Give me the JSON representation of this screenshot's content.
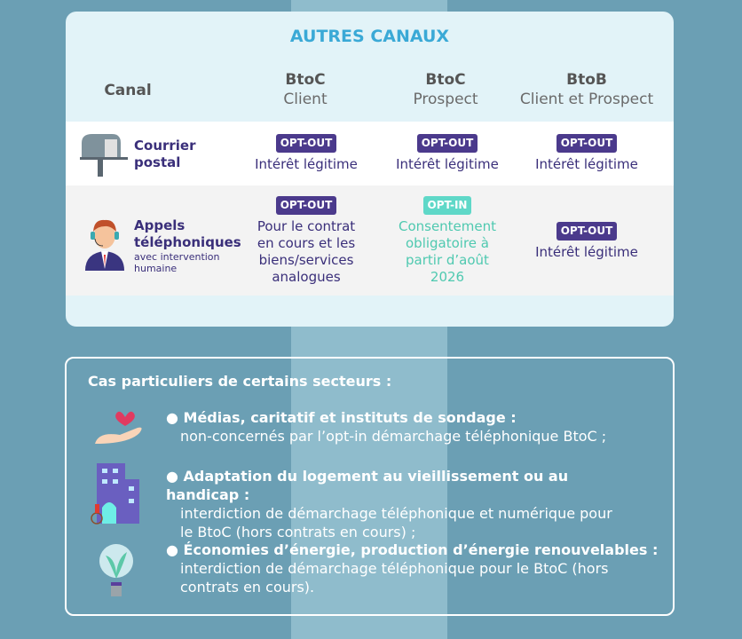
{
  "card": {
    "title": "AUTRES CANAUX",
    "headers": {
      "canal": "Canal",
      "c1_a": "BtoC",
      "c1_b": "Client",
      "c2_a": "BtoC",
      "c2_b": "Prospect",
      "c3_a": "BtoB",
      "c3_b": "Client et Prospect"
    },
    "rows": [
      {
        "icon": "mailbox-icon",
        "name": "Courrier",
        "name2": "postal",
        "cells": [
          {
            "badge": "OPT-OUT",
            "text": "Intérêt légitime"
          },
          {
            "badge": "OPT-OUT",
            "text": "Intérêt légitime"
          },
          {
            "badge": "OPT-OUT",
            "text": "Intérêt légitime"
          }
        ]
      },
      {
        "icon": "call-agent-icon",
        "name": "Appels",
        "name2": "téléphoniques",
        "sub": "avec intervention humaine",
        "cells": [
          {
            "badge": "OPT-OUT",
            "text": "Pour le contrat en cours et les biens/services analogues"
          },
          {
            "badge": "OPT-IN",
            "text": "Consentement obligatoire à partir d’août 2026"
          },
          {
            "badge": "OPT-OUT",
            "text": "Intérêt légitime"
          }
        ]
      }
    ]
  },
  "sectors": {
    "title": "Cas particuliers de certains secteurs :",
    "items": [
      {
        "title": "● Médias, caritatif et instituts de sondage :",
        "text": "non-concernés par l’opt-in démarchage téléphonique BtoC ;"
      },
      {
        "title": "● Adaptation du logement au vieillissement ou au handicap :",
        "text": "interdiction de démarchage téléphonique et numérique pour le BtoC (hors contrats en cours) ;"
      },
      {
        "title": "● Économies d’énergie, production d’énergie renouvelables :",
        "text": "interdiction de démarchage téléphonique pour le BtoC (hors contrats en cours)."
      }
    ]
  },
  "colors": {
    "badge": "#4b3a8c",
    "optin": "#5fd8c8",
    "title": "#3aa9d6"
  }
}
